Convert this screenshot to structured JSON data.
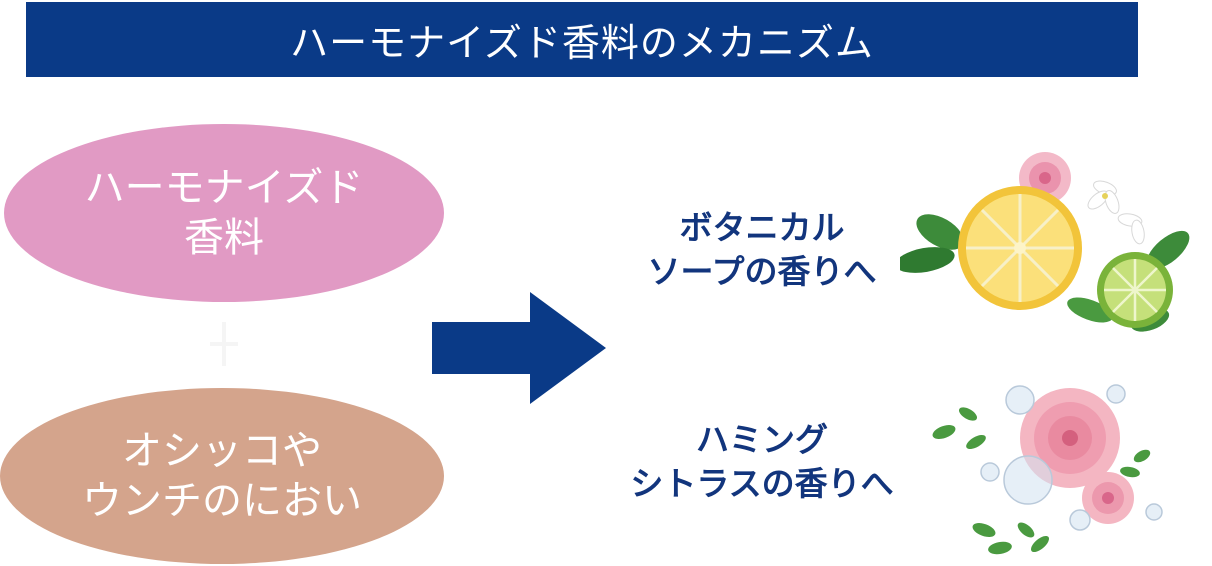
{
  "title": "ハーモナイズド香料のメカニズム",
  "left": {
    "top_ellipse": {
      "line1": "ハーモナイズド",
      "line2": "香料"
    },
    "operator": "+",
    "bottom_ellipse": {
      "line1": "オシッコや",
      "line2": "ウンチのにおい"
    }
  },
  "results": [
    {
      "line1": "ボタニカル",
      "line2": "ソープの香りへ",
      "icon": "citrus-flower-icon"
    },
    {
      "line1": "ハミング",
      "line2": "シトラスの香りへ",
      "icon": "rose-bubbles-icon"
    }
  ],
  "colors": {
    "title_bar": "#0a3a87",
    "ellipse_pink": "#e19ac4",
    "ellipse_tan": "#d4a48c",
    "arrow": "#0a3a87",
    "result_text": "#12357d"
  }
}
